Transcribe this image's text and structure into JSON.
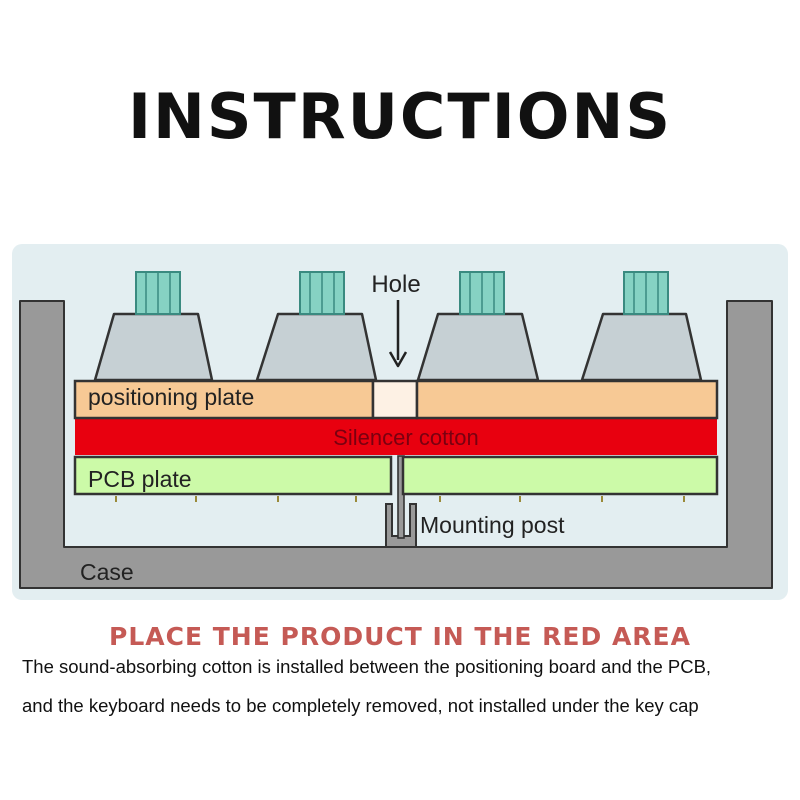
{
  "title": "INSTRUCTIONS",
  "diagram": {
    "labels": {
      "hole": "Hole",
      "positioning_plate": "positioning plate",
      "silencer_cotton": "Silencer cotton",
      "pcb_plate": "PCB plate",
      "mounting_post": "Mounting post",
      "case": "Case"
    },
    "colors": {
      "background": "#e3eef1",
      "case": "#999999",
      "positioning_plate": "#f7c995",
      "silencer_cotton": "#e8000f",
      "silencer_text": "#7a0010",
      "pcb_plate": "#ccfaa8",
      "switch_body": "#c6d0d4",
      "switch_stem": "#86d2c3",
      "hole_fill": "#fdf1e4"
    }
  },
  "headline": {
    "text": "PLACE THE PRODUCT IN THE RED AREA",
    "color": "#c55a55"
  },
  "description": {
    "line1": "The sound-absorbing cotton is installed between the positioning board and the PCB,",
    "line2": "and the keyboard needs to be completely removed, not installed under the key cap"
  }
}
